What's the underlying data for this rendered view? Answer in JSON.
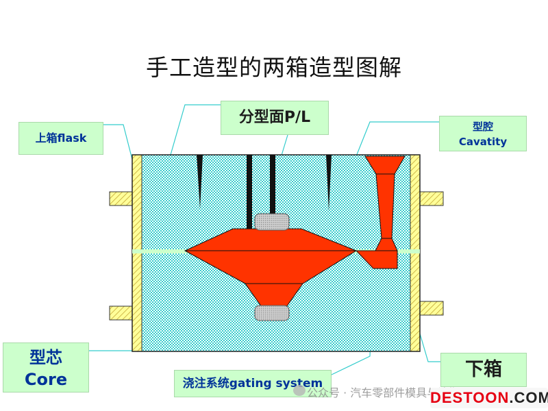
{
  "title": "手工造型的两箱造型图解",
  "labels": {
    "upper_flask": "上箱flask",
    "parting_plane": "分型面P/L",
    "cavity_cn": "型腔",
    "cavity_en": "Cavatity",
    "core_cn": "型芯",
    "core_en": "Core",
    "lower_flask": "下箱",
    "gating_system": "浇注系统gating system"
  },
  "watermark": "公众号 · 汽车零部件模具与注塑",
  "brand_left": "DESTOON",
  "brand_right": ".COM",
  "colors": {
    "label_bg": "#ccffcc",
    "label_text": "#003399",
    "sand_teal": "#33cccc",
    "casting_red": "#ff3300",
    "flask_wall": "#ffff99",
    "parting_line": "#ccffcc",
    "core_gray": "#c0c0c0",
    "leader_line": "#33cccc"
  }
}
